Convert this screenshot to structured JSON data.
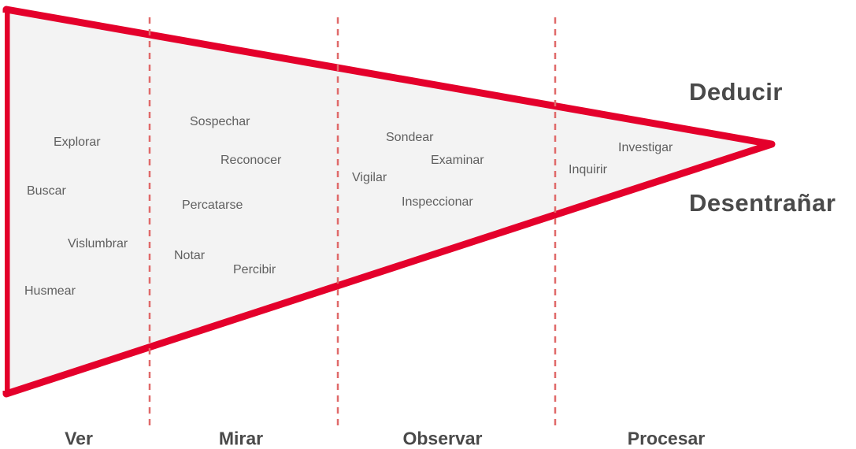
{
  "colors": {
    "funnel_stroke": "#e4002b",
    "funnel_fill": "#f3f3f3",
    "divider": "#e06a6a",
    "text": "#5f5f5f",
    "heading": "#4a4a4a"
  },
  "stages": [
    "Ver",
    "Mirar",
    "Observar",
    "Procesar"
  ],
  "words": {
    "ver": [
      "Explorar",
      "Buscar",
      "Vislumbrar",
      "Husmear"
    ],
    "mirar": [
      "Sospechar",
      "Reconocer",
      "Percatarse",
      "Notar",
      "Percibir"
    ],
    "observar": [
      "Sondear",
      "Examinar",
      "Vigilar",
      "Inspeccionar"
    ],
    "procesar": [
      "Investigar",
      "Inquirir"
    ]
  },
  "outcomes": [
    "Deducir",
    "Desentrañar"
  ]
}
